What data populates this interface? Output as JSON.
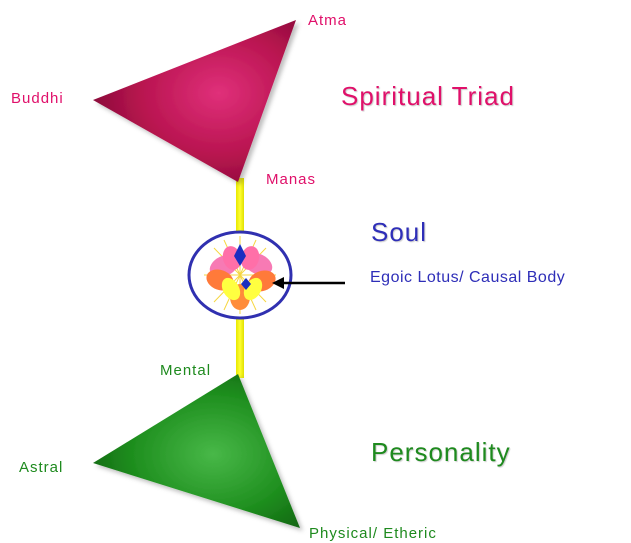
{
  "colors": {
    "triad": "#c0145a",
    "soul": "#2e2eb8",
    "personality": "#1e8a1e",
    "antahkarana": "#ffff00",
    "lotus_ring": "#3030b0"
  },
  "triad": {
    "heading": "Spiritual Triad",
    "atma": "Atma",
    "buddhi": "Buddhi",
    "manas": "Manas"
  },
  "soul": {
    "heading": "Soul",
    "lotus_label": "Egoic Lotus/ Causal Body"
  },
  "personality": {
    "heading": "Personality",
    "mental": "Mental",
    "astral": "Astral",
    "physical": "Physical/ Etheric"
  },
  "icons": {
    "lotus": "lotus-flower-icon",
    "arrow": "arrow-left-icon"
  }
}
